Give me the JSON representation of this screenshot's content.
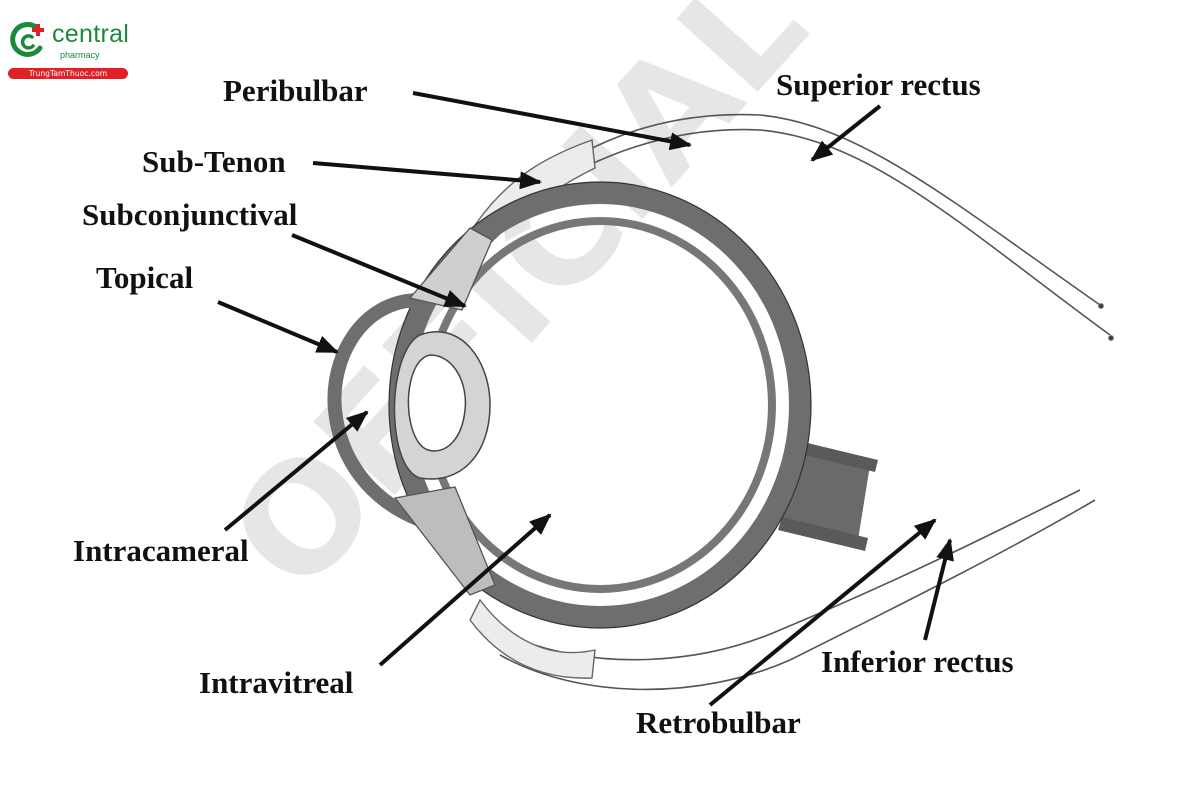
{
  "logo": {
    "brand": "central",
    "tagline": "pharmacy",
    "website": "TrungTamThuoc.com",
    "brand_color": "#1b8a3a",
    "accent_color": "#e02127"
  },
  "watermark": {
    "text": "OFFICIAL"
  },
  "diagram": {
    "subject": "eye-cross-section",
    "labels": {
      "peribulbar": "Peribulbar",
      "superior_rectus": "Superior rectus",
      "sub_tenon": "Sub-Tenon",
      "subconjunctival": "Subconjunctival",
      "topical": "Topical",
      "intracameral": "Intracameral",
      "intravitreal": "Intravitreal",
      "retrobulbar": "Retrobulbar",
      "inferior_rectus": "Inferior rectus"
    },
    "colors": {
      "sclera": "#6e6e6e",
      "lens": "#d4d4d4",
      "muscle_insert": "#c9c9c9",
      "optic_nerve": "#6a6a6a",
      "arrow": "#111111"
    }
  }
}
